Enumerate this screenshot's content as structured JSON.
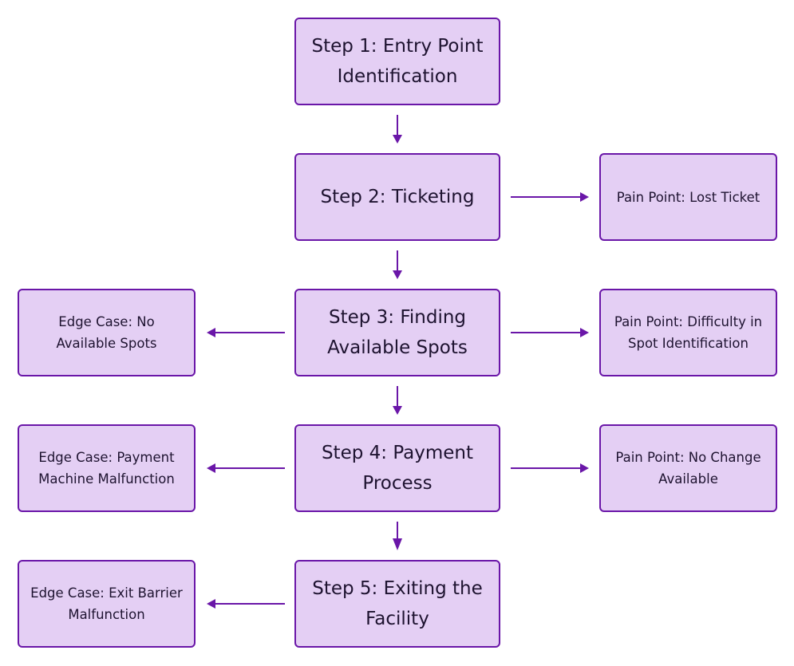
{
  "diagram": {
    "steps": [
      {
        "id": "step-1",
        "label": "Step 1: Entry Point Identification"
      },
      {
        "id": "step-2",
        "label": "Step 2: Ticketing"
      },
      {
        "id": "step-3",
        "label": "Step 3: Finding Available Spots"
      },
      {
        "id": "step-4",
        "label": "Step 4: Payment Process"
      },
      {
        "id": "step-5",
        "label": "Step 5: Exiting the Facility"
      }
    ],
    "pain_points": [
      {
        "id": "pain-2",
        "step": "step-2",
        "label": "Pain Point: Lost Ticket"
      },
      {
        "id": "pain-3",
        "step": "step-3",
        "label": "Pain Point: Difficulty in Spot Identification"
      },
      {
        "id": "pain-4",
        "step": "step-4",
        "label": "Pain Point: No Change Available"
      }
    ],
    "edge_cases": [
      {
        "id": "edge-3",
        "step": "step-3",
        "label": "Edge Case: No Available Spots"
      },
      {
        "id": "edge-4",
        "step": "step-4",
        "label": "Edge Case: Payment Machine Malfunction"
      },
      {
        "id": "edge-5",
        "step": "step-5",
        "label": "Edge Case: Exit Barrier Malfunction"
      }
    ],
    "colors": {
      "node_fill": "#e4cff4",
      "node_border": "#6a16a8",
      "arrow": "#6a16a8",
      "text": "#1e1330"
    }
  }
}
